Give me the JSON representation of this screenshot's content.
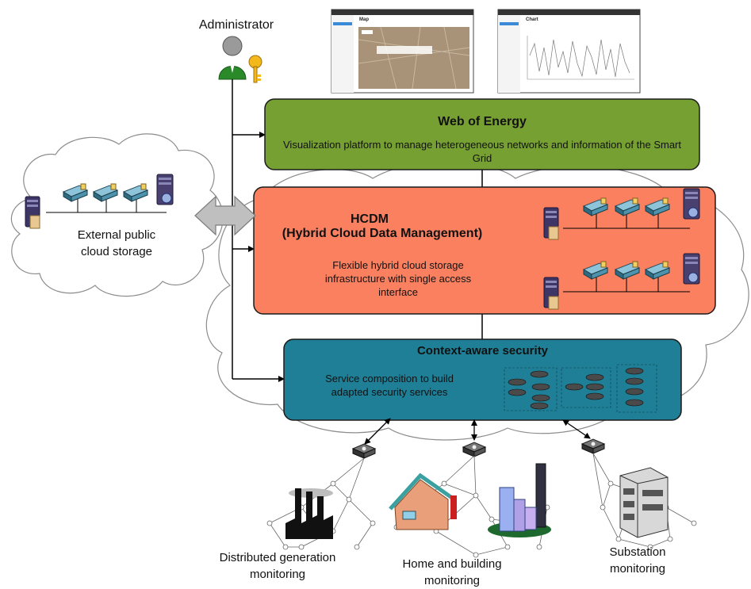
{
  "administrator": {
    "label": "Administrator"
  },
  "screenshots": {
    "map": {
      "title": "Map"
    },
    "chart": {
      "title": "Chart"
    }
  },
  "web_of_energy": {
    "title": "Web  of Energy",
    "description": "Visualization platform to manage heterogeneous networks and information of the Smart Grid"
  },
  "hcdm": {
    "title_line1": "HCDM",
    "title_line2": "(Hybrid Cloud Data Management)",
    "description": "Flexible hybrid cloud storage infrastructure with single access interface"
  },
  "external_cloud": {
    "label": "External public cloud storage"
  },
  "security": {
    "title": "Context-aware security",
    "description": "Service composition to build adapted security services"
  },
  "monitoring": {
    "distributed": "Distributed generation monitoring",
    "home": "Home and building monitoring",
    "substation": "Substation monitoring"
  },
  "colors": {
    "web_of_energy_fill": "#77a033",
    "hcdm_fill": "#fa8060",
    "security_fill": "#1f7f96",
    "arrow_fill": "#bfbfbf"
  }
}
